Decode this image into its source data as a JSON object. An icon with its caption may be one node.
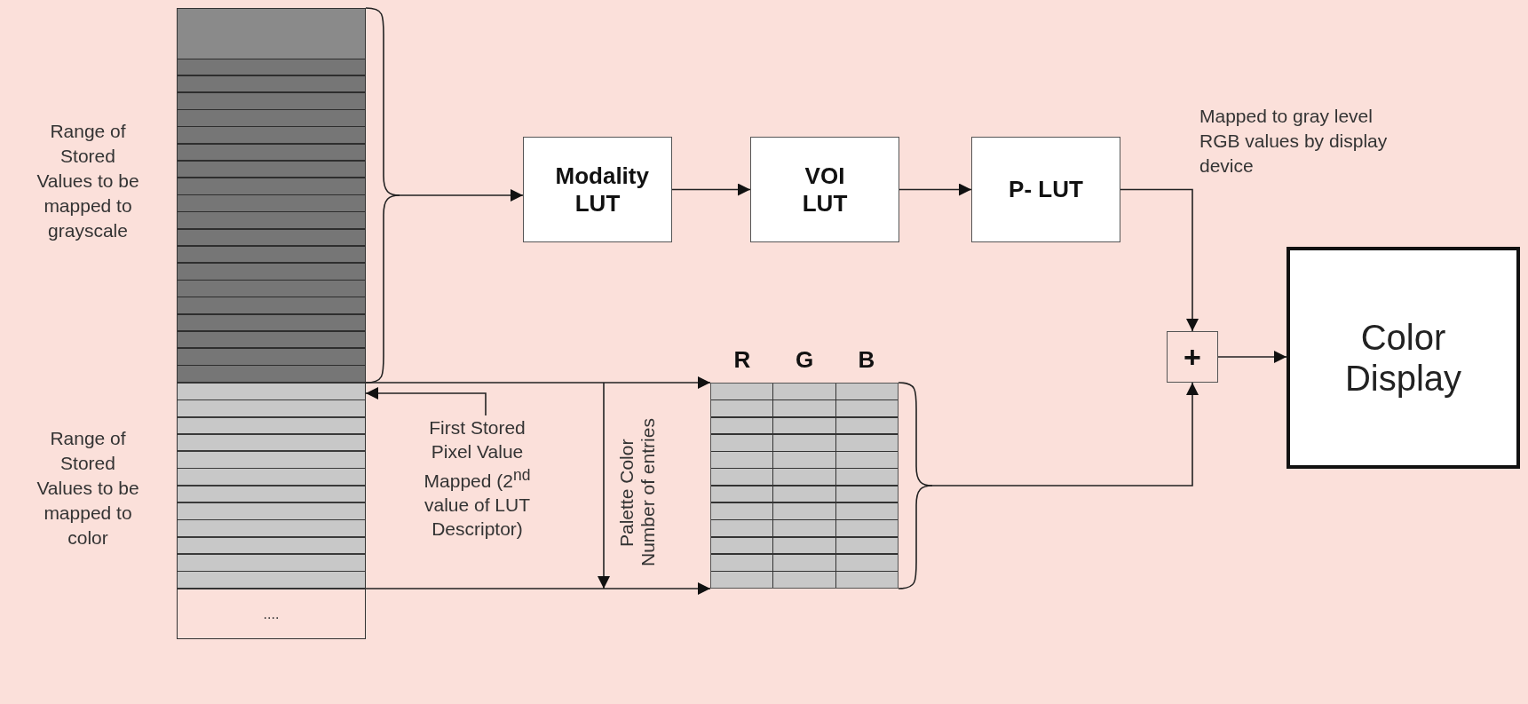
{
  "diagram": {
    "nodes": [
      {
        "text": [],
        "shape": "bar",
        "beside": [
          "Range of Stored Values to be mapped to grayscale"
        ]
      },
      {
        "text": [],
        "shape": "bar",
        "beside": [
          "Range of Stored Values to be mapped to color"
        ]
      },
      {
        "text": [
          "...."
        ]
      },
      {
        "text": [
          "Modality LUT"
        ]
      },
      {
        "text": [
          "VOI LUT"
        ]
      },
      {
        "text": [
          "P- LUT"
        ]
      },
      {
        "text": [
          "+"
        ]
      },
      {
        "text": [
          "Color Display"
        ]
      },
      {
        "text": [
          "R",
          "G",
          "B"
        ]
      },
      {
        "text": [
          "First Stored Pixel Value Mapped (2$^{nd}$ value of LUT Descriptor)"
        ]
      }
    ],
    "edges": [
      {
        "from": 0,
        "to": 3,
        "arrow": "to"
      },
      {
        "from": 3,
        "to": 4,
        "arrow": "to"
      },
      {
        "from": 4,
        "to": 5,
        "arrow": "to"
      },
      {
        "from": 5,
        "to": 6,
        "arrow": "to"
      },
      {
        "from": 8,
        "to": 6,
        "arrow": "to"
      },
      {
        "from": 6,
        "to": 7,
        "arrow": "to"
      },
      {
        "from": 1,
        "to": 8,
        "arrow": "to"
      },
      {
        "from": 1,
        "to": 8,
        "arrow": "to"
      },
      {
        "from": 9,
        "to": 1,
        "arrow": "to"
      }
    ],
    "labels": [
      "Palette Color Number of entries",
      "Mapped to gray level RGB values by display device"
    ]
  }
}
